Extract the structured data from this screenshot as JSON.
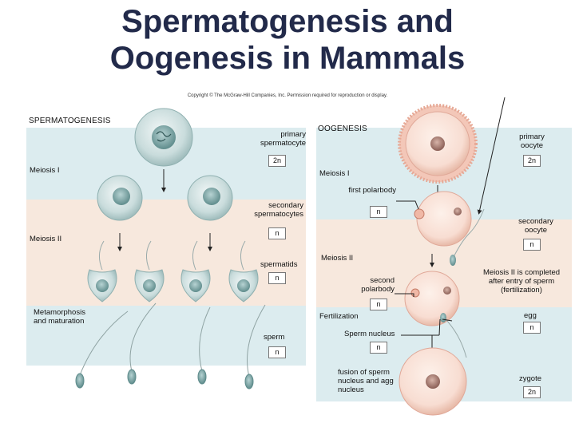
{
  "title_line1": "Spermatogenesis and",
  "title_line2": "Oogenesis in Mammals",
  "copyright": "Copyright © The McGraw-Hill Companies, Inc. Permission required for reproduction or display.",
  "spermatogenesis": {
    "heading": "SPERMATOGENESIS",
    "primary_spermatocyte": "primary spermatocyte",
    "primary_ploidy": "2n",
    "meiosis1": "Meiosis I",
    "secondary_spermatocytes": "secondary spermatocytes",
    "secondary_ploidy": "n",
    "meiosis2": "Meiosis II",
    "spermatids": "spermatids",
    "spermatids_ploidy": "n",
    "metamorphosis": "Metamorphosis and maturation",
    "sperm": "sperm",
    "sperm_ploidy": "n"
  },
  "oogenesis": {
    "heading": "OOGENESIS",
    "primary_oocyte": "primary oocyte",
    "primary_ploidy": "2n",
    "meiosis1": "Meiosis I",
    "first_polarbody": "first polarbody",
    "first_polarbody_ploidy": "n",
    "secondary_oocyte": "secondary oocyte",
    "secondary_ploidy": "n",
    "meiosis2": "Meiosis II",
    "meiosis2_note": "Meiosis II is completed after entry of sperm (fertilization)",
    "second_polarbody": "second polarbody",
    "second_polarbody_ploidy": "n",
    "fertilization": "Fertilization",
    "egg": "egg",
    "egg_ploidy": "n",
    "sperm_nucleus": "Sperm nucleus",
    "sperm_nucleus_ploidy": "n",
    "fusion": "fusion of sperm nucleus and agg nucleus",
    "zygote": "zygote",
    "zygote_ploidy": "2n"
  },
  "colors": {
    "band_blue": "#dcecef",
    "band_peach": "#f7e8dd",
    "title": "#222a4a",
    "oocyte_fill": "#f8ddd2",
    "cell_teal": "#c9dcdc"
  }
}
